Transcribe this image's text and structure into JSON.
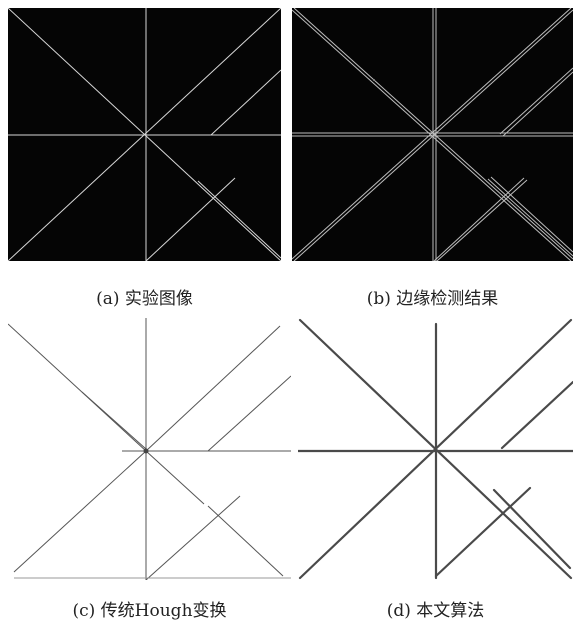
{
  "figure": {
    "panels": [
      {
        "id": "a",
        "caption": "(a) 实验图像"
      },
      {
        "id": "b",
        "caption": "(b) 边缘检测结果"
      },
      {
        "id": "c",
        "caption": "(c)  传统Hough变换"
      },
      {
        "id": "d",
        "caption": "(d) 本文算法"
      }
    ]
  }
}
